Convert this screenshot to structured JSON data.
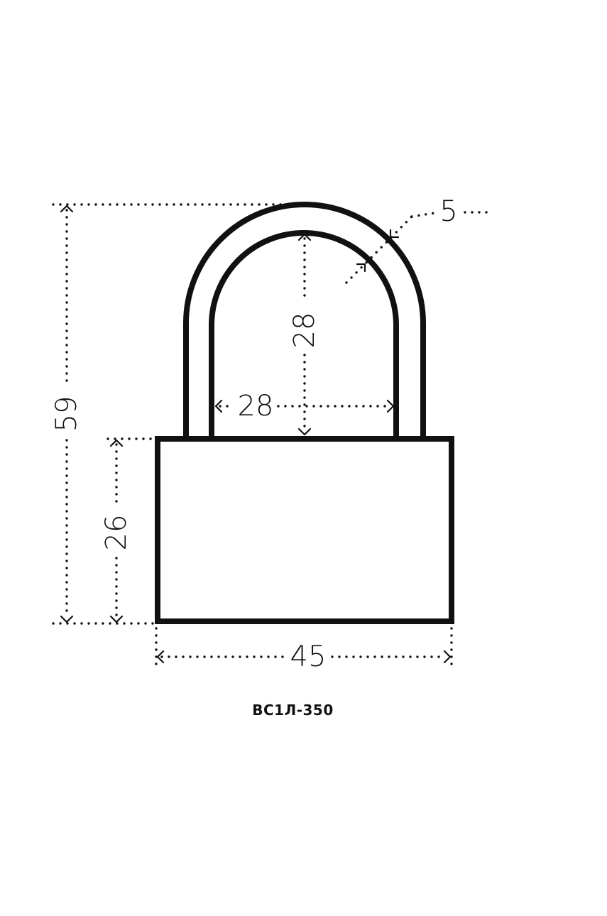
{
  "diagram": {
    "model": "ВС1Л-350",
    "dimensions": {
      "total_height": "59",
      "body_height": "26",
      "body_width": "45",
      "shackle_inner_height": "28",
      "shackle_inner_width": "28",
      "shackle_thickness": "5"
    }
  }
}
